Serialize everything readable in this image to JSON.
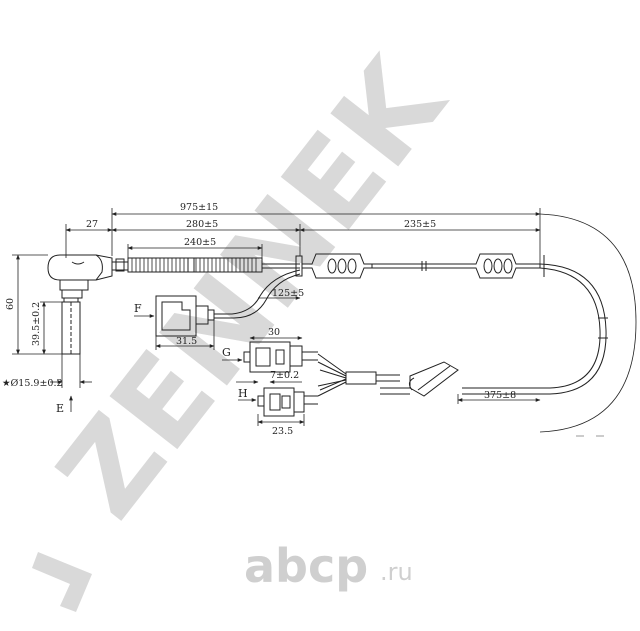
{
  "watermark": {
    "brand": "ZENNEK",
    "site": "abcp",
    "site_suffix": ".ru"
  },
  "dimensions": {
    "overall": "975±15",
    "head": "27",
    "sleeve": "280±5",
    "corrugated": "240±5",
    "right": "235±5",
    "branch": "125±5",
    "height": "60",
    "shaft": "39.5±0.2",
    "diameter": "★Ø15.9±0.2",
    "connector_f": "31.5",
    "connector_g_width": "30",
    "connector_g_pitch": "7±0.2",
    "connector_h": "23.5",
    "tail": "375±8"
  },
  "labels": {
    "f": "F",
    "g": "G",
    "h": "H",
    "e": "E"
  }
}
